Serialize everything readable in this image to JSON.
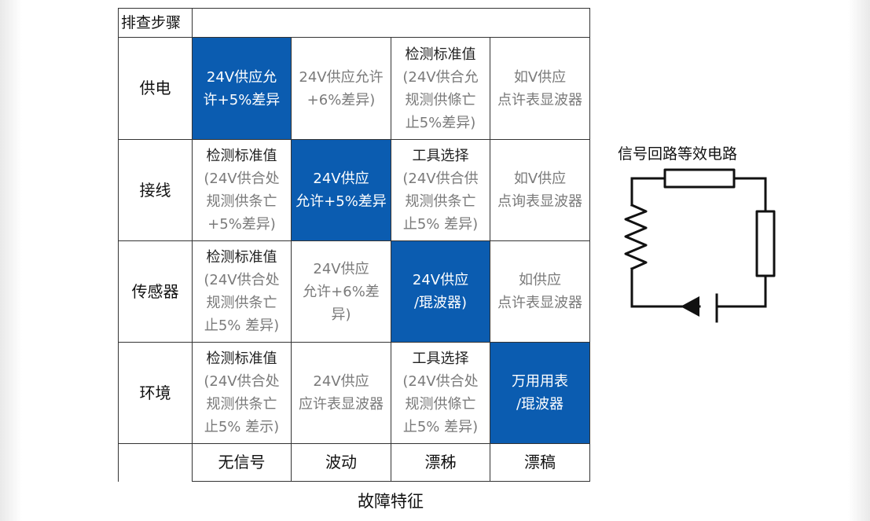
{
  "table": {
    "title": "排查步骤",
    "rows": [
      {
        "label": "供电",
        "cells": [
          {
            "bold": "",
            "text": "24V供应允\n许+5%差异",
            "style": "hl"
          },
          {
            "bold": "",
            "text": "24V供应允许\n+6%差异)",
            "style": "grey"
          },
          {
            "bold": "检测标准值",
            "text": "(24V供合允\n规测供條亡\n止5%差异)",
            "style": "grey"
          },
          {
            "bold": "",
            "text": "如V供应\n点许表显波器",
            "style": "grey"
          }
        ]
      },
      {
        "label": "接线",
        "cells": [
          {
            "bold": "检测标准值",
            "text": "(24V供合处\n规测供条亡\n+5%差异)",
            "style": "grey"
          },
          {
            "bold": "",
            "text": "24V供应\n允许+5%差异",
            "style": "hl"
          },
          {
            "bold": "工具选择",
            "text": "(24V供合供\n规测供条亡\n止5% 差异)",
            "style": "grey"
          },
          {
            "bold": "",
            "text": "如V供应\n点询表显波器",
            "style": "grey"
          }
        ]
      },
      {
        "label": "传感器",
        "cells": [
          {
            "bold": "检测标准值",
            "text": "(24V供合处\n规测供条亡\n止5% 差异)",
            "style": "grey"
          },
          {
            "bold": "",
            "text": "24V供应\n允许+6%差\n异)",
            "style": "grey"
          },
          {
            "bold": "",
            "text": "24V供应\n/琨波器)",
            "style": "hl"
          },
          {
            "bold": "",
            "text": "如供应\n点许表显波器",
            "style": "grey"
          }
        ]
      },
      {
        "label": "环境",
        "cells": [
          {
            "bold": "检测标准值",
            "text": "(24V供合处\n规测供条亡\n止5% 差示)",
            "style": "grey"
          },
          {
            "bold": "",
            "text": "24V供应\n应许表显波器",
            "style": "grey"
          },
          {
            "bold": "工具选择",
            "text": "(24V供合处\n规测供條亡\n止5% 差异)",
            "style": "grey"
          },
          {
            "bold": "",
            "text": "万用用表\n/琨波器",
            "style": "hl"
          }
        ]
      }
    ],
    "columns": [
      "无信号",
      "波动",
      "漂秭",
      "漂稿"
    ],
    "x_axis_label": "故障特征"
  },
  "circuit": {
    "title": "信号回路等效电路"
  },
  "colors": {
    "highlight": "#0b5cb0",
    "grid_line": "#333333",
    "grey_text": "#7a7a7a"
  }
}
